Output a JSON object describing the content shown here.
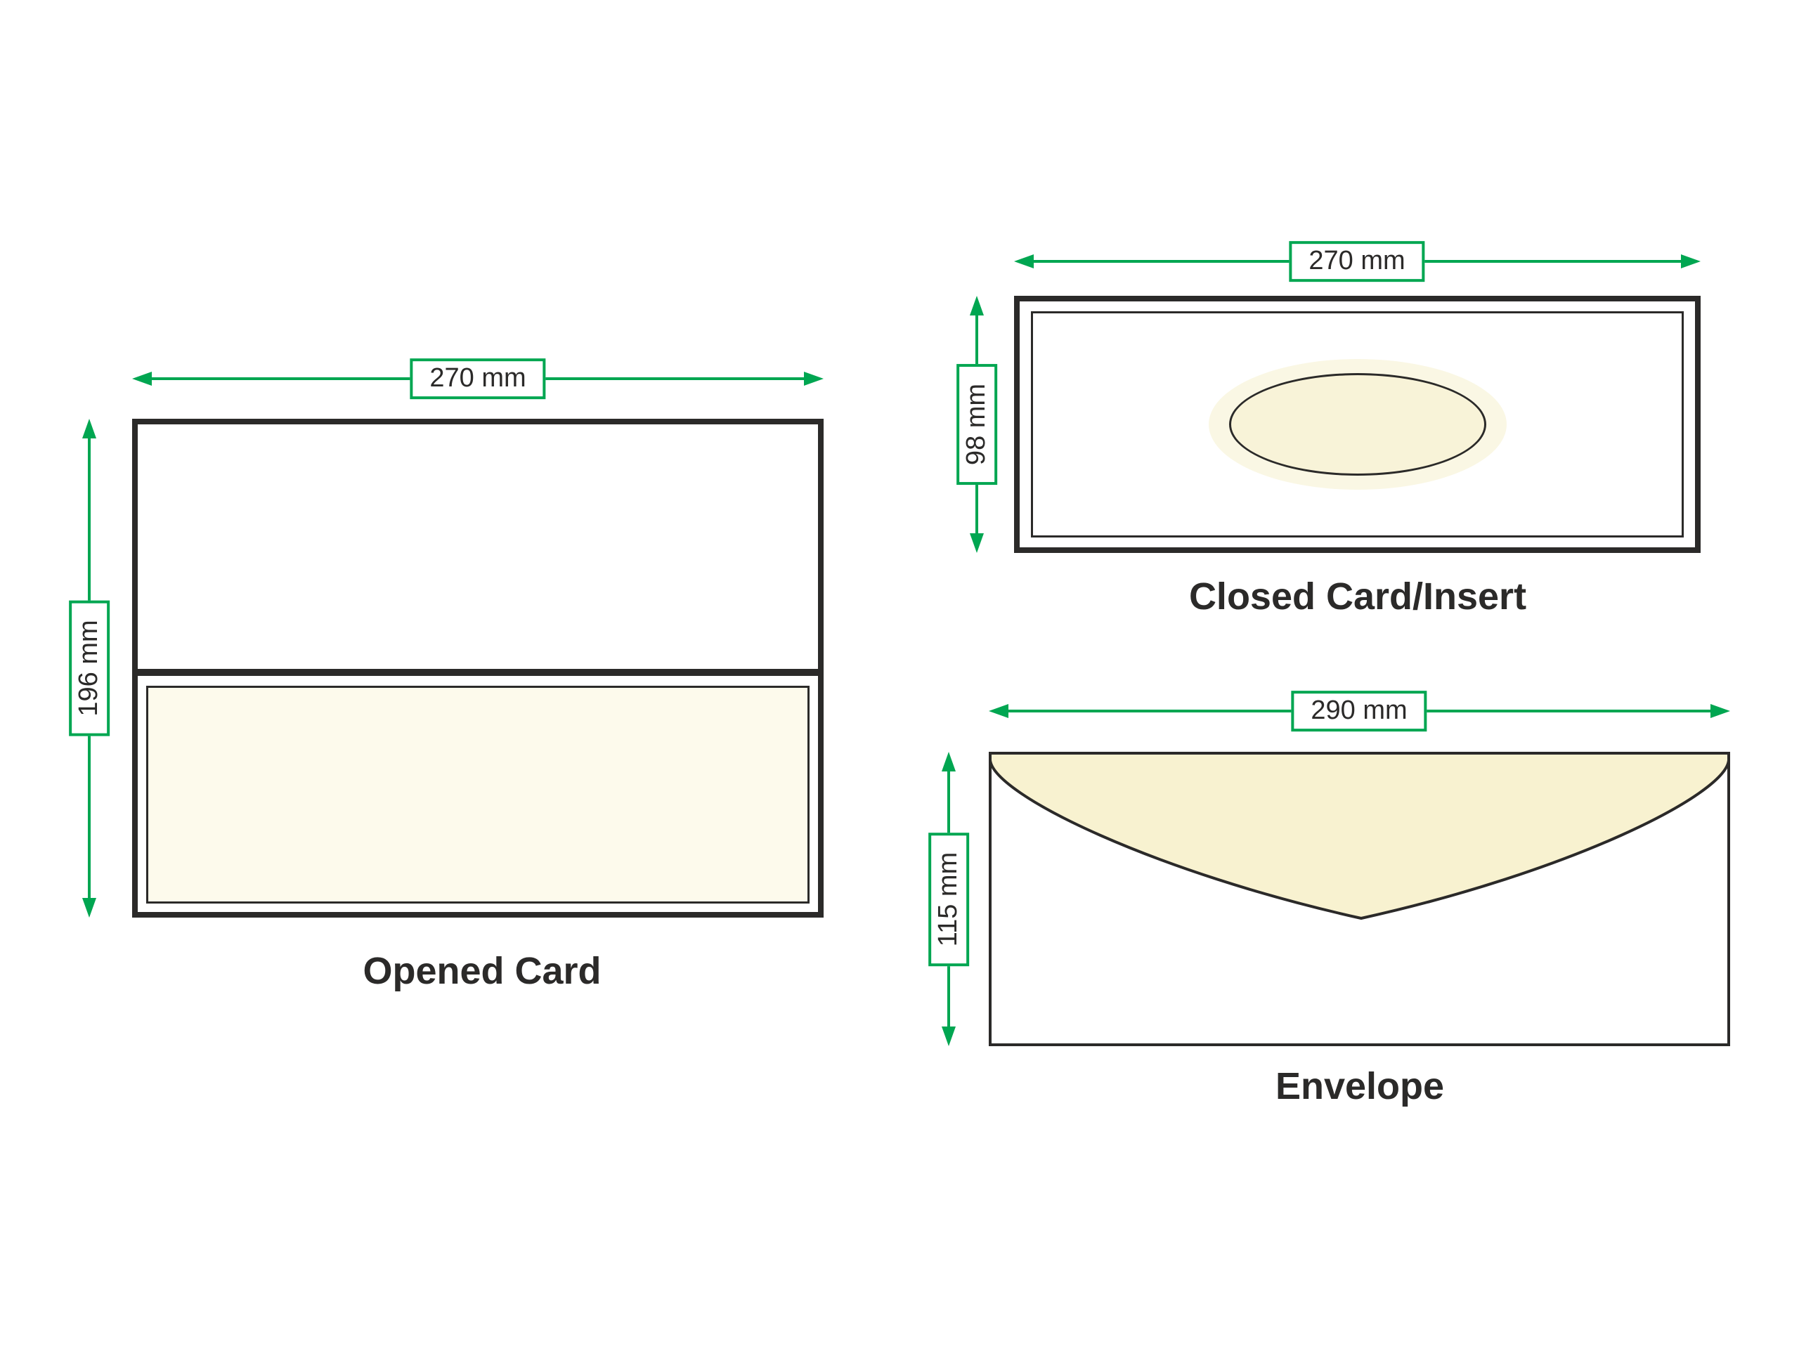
{
  "figure": {
    "description": "Card, insert and envelope dimension diagram"
  },
  "colors": {
    "accent_green": "#00A651",
    "outline_dark": "#2B2A29",
    "cream_flap": "#F8F2D0",
    "cream_halo": "#FAF7E4",
    "cream_oval": "#F8F3D8",
    "cream_insert": "#FDFAEC",
    "background": "#FFFFFF"
  },
  "diagrams": {
    "opened_card": {
      "title": "Opened Card",
      "width_label": "270 mm",
      "height_label": "196 mm"
    },
    "closed_card": {
      "title": "Closed Card/Insert",
      "width_label": "270 mm",
      "height_label": "98 mm"
    },
    "envelope": {
      "title": "Envelope",
      "width_label": "290 mm",
      "height_label": "115 mm"
    }
  }
}
